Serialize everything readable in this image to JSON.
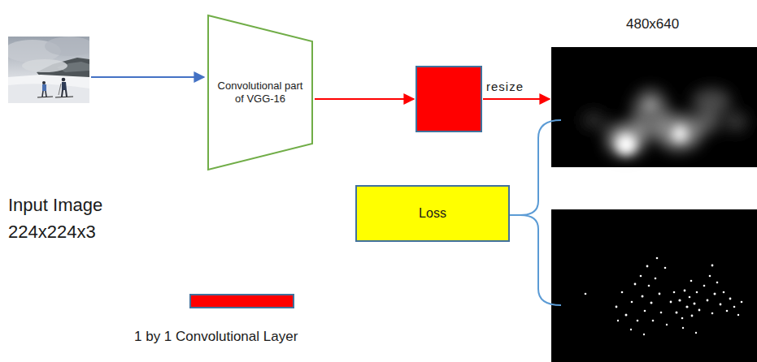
{
  "diagram": {
    "nodes": [
      {
        "text": [
          "Convolutional part of VGG-16"
        ]
      },
      {
        "text": [
          "Loss"
        ]
      }
    ],
    "labels": [
      "Input Image 224x224x3",
      "resize",
      "480x640"
    ],
    "legend": [
      {
        "text": "1 by 1 Convolutional Layer",
        "color": "#ff0000"
      }
    ]
  }
}
